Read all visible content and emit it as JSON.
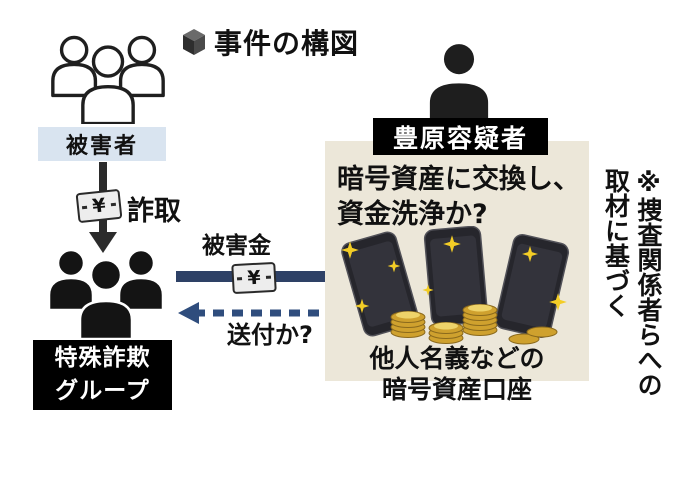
{
  "title": {
    "text": "事件の構図"
  },
  "victims": {
    "label": "被害者"
  },
  "flow": {
    "swindle": "詐取",
    "damage_money": "被害金",
    "return_question": "送付か?",
    "yen_down": "¥",
    "yen_right": "¥"
  },
  "fraud_group": {
    "line1": "特殊詐欺",
    "line2": "グループ"
  },
  "suspect": {
    "name": "豊原容疑者",
    "action_line1": "暗号資産に交換し、",
    "action_line2": "資金洗浄か?",
    "account_line1": "他人名義などの",
    "account_line2": "暗号資産口座"
  },
  "footnote": "※捜査関係者らへの取材に基づく",
  "icons": {
    "title_bullet": "cube-icon",
    "victims_group": "people-group-outline-icon",
    "fraud_group": "people-group-filled-icon",
    "suspect": "person-silhouette-icon",
    "money": "yen-banknote-icon",
    "crypto": "smartphones-with-coins-illustration"
  },
  "colors": {
    "victims_label_bg": "#d9e4f0",
    "black_label_bg": "#000000",
    "panel_bg": "#ece7d9",
    "arrow_dark": "#2b2b2b",
    "arrow_navy": "#2e4166",
    "dashed_arrow": "#2f4d7d",
    "coin_gold": "#cfa12e",
    "sparkle": "#f3cd26"
  }
}
